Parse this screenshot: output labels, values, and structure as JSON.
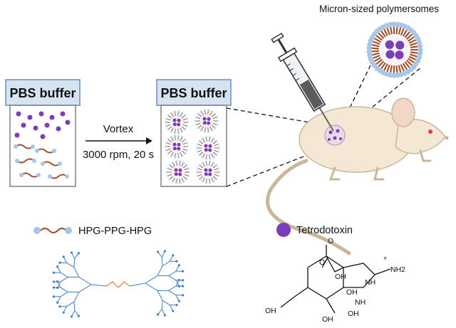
{
  "beaker_left": {
    "label": "PBS buffer"
  },
  "beaker_right": {
    "label": "PBS buffer"
  },
  "process": {
    "step": "Vortex",
    "conditions": "3000 rpm, 20 s"
  },
  "inset": {
    "label": "Micron-sized polymersomes"
  },
  "legend": {
    "polymer_label": "HPG-PPG-HPG",
    "drug_label": "Tetrodotoxin"
  },
  "structure_labels": {
    "oxo_minus": "O",
    "plus": "+",
    "nh2": "NH2",
    "oh_a": "OH",
    "oh_b": "OH",
    "oh_c": "OH",
    "oh_d": "OH",
    "oh_e": "OH",
    "nh_a": "NH",
    "nh_b": "NH",
    "o_ring": "O"
  },
  "colors": {
    "label_box": "#d6e4f2",
    "label_border": "#6d8fb8",
    "drug": "#7b3fb5",
    "polymer_red": "#a0522d",
    "polymer_blue": "#a9c6e8",
    "mouse_body": "#f4e7d4",
    "mouse_outline": "#c9b79b",
    "structure_blue": "#3f7dc4",
    "structure_orange": "#e38b3a"
  },
  "icons": [
    "syringe-icon",
    "mouse-icon",
    "polymersome-icon",
    "beaker-icon",
    "arrow-icon"
  ]
}
